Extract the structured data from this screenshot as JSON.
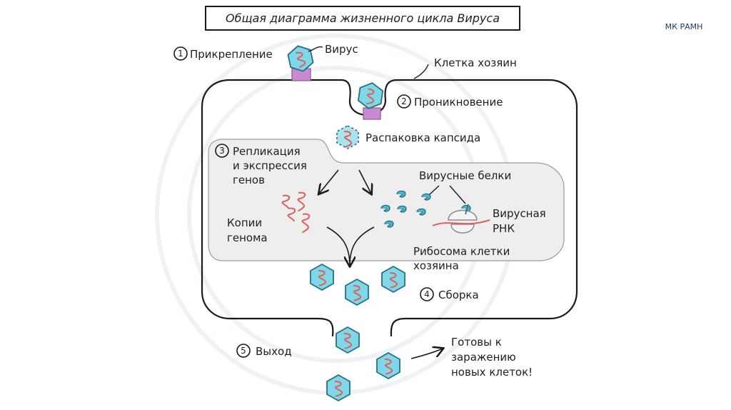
{
  "title": "Общая диаграмма жизненного цикла Вируса",
  "brand": "МК РАМН",
  "labels": {
    "step1": "Прикрепление",
    "virus": "Вирус",
    "host_cell": "Клетка хозяин",
    "step2": "Проникновение",
    "uncoating": "Распаковка капсида",
    "step3_line1": "Репликация",
    "step3_line2": "и экспрессия",
    "step3_line3": "генов",
    "viral_proteins": "Вирусные белки",
    "genome_copies_line1": "Копии",
    "genome_copies_line2": "генома",
    "viral_rna_line1": "Вирусная",
    "viral_rna_line2": "РНК",
    "ribosome_line1": "Рибосома клетки",
    "ribosome_line2": "хозяина",
    "step4": "Сборка",
    "step5": "Выход",
    "ready_line1": "Готовы к",
    "ready_line2": "заражению",
    "ready_line3": "новых клеток!"
  },
  "step_numbers": [
    "1",
    "2",
    "3",
    "4",
    "5"
  ],
  "colors": {
    "capsid_fill": "#7fd8ea",
    "capsid_stroke": "#2a6f80",
    "rna": "#e0605a",
    "receptor": "#c88bd2",
    "protein": "#4fb3cc",
    "inner_region": "#eeeeee",
    "outline": "#1a1a1a"
  }
}
